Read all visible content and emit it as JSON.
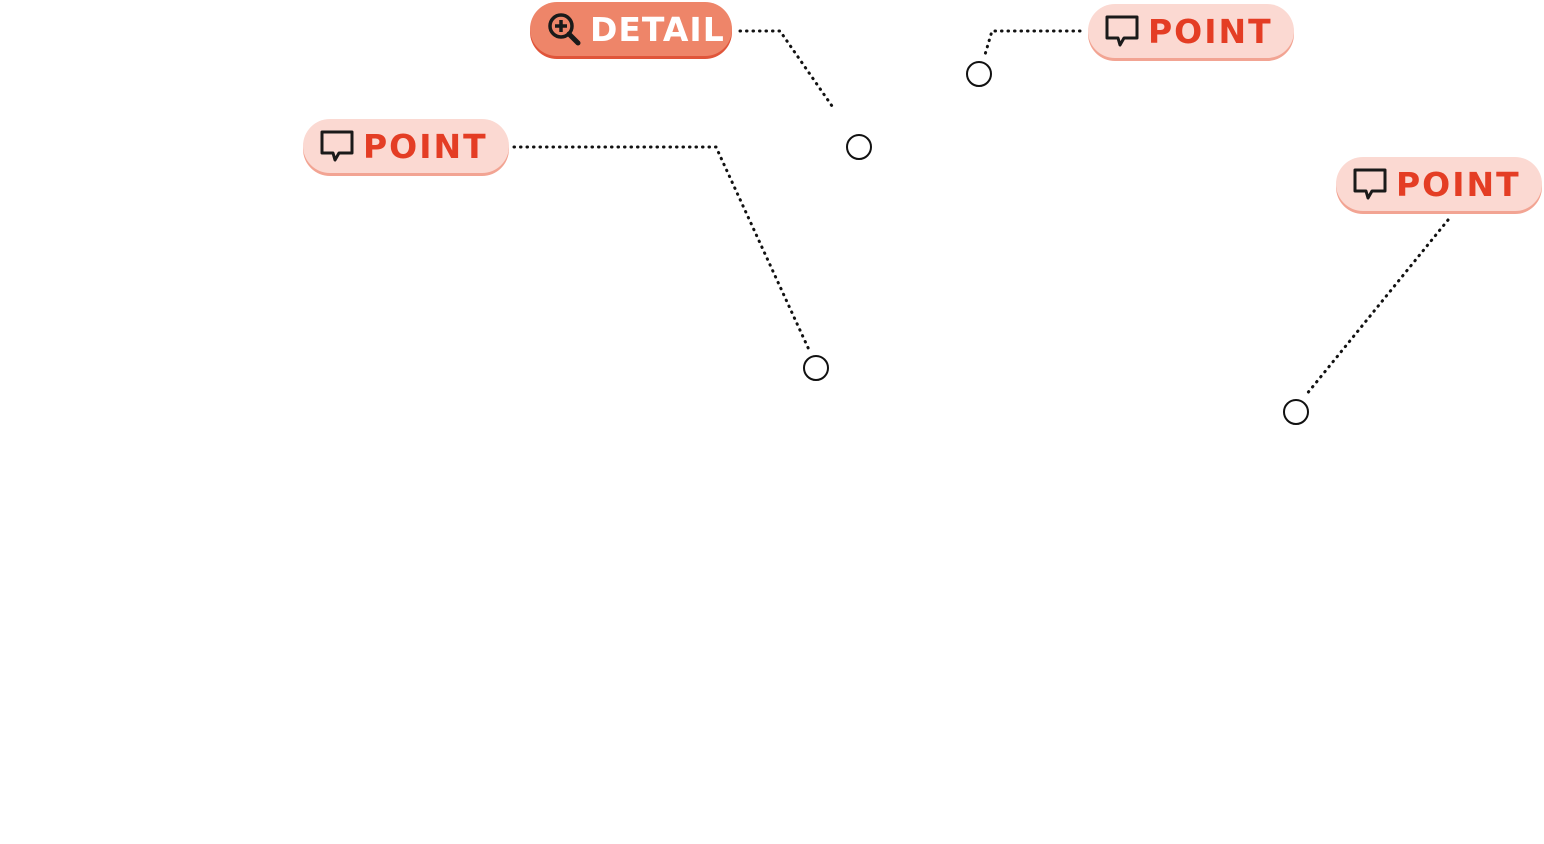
{
  "colors": {
    "point_bg": "#fbd9d2",
    "point_text": "#e43d24",
    "detail_bg": "#ee8569",
    "detail_text": "#ffffff",
    "connector": "#111111"
  },
  "callouts": [
    {
      "label": "DETAIL",
      "icon": "zoom-in-icon"
    },
    {
      "label": "POINT",
      "icon": "speech-bubble-icon"
    },
    {
      "label": "POINT",
      "icon": "speech-bubble-icon"
    },
    {
      "label": "POINT",
      "icon": "speech-bubble-icon"
    }
  ]
}
